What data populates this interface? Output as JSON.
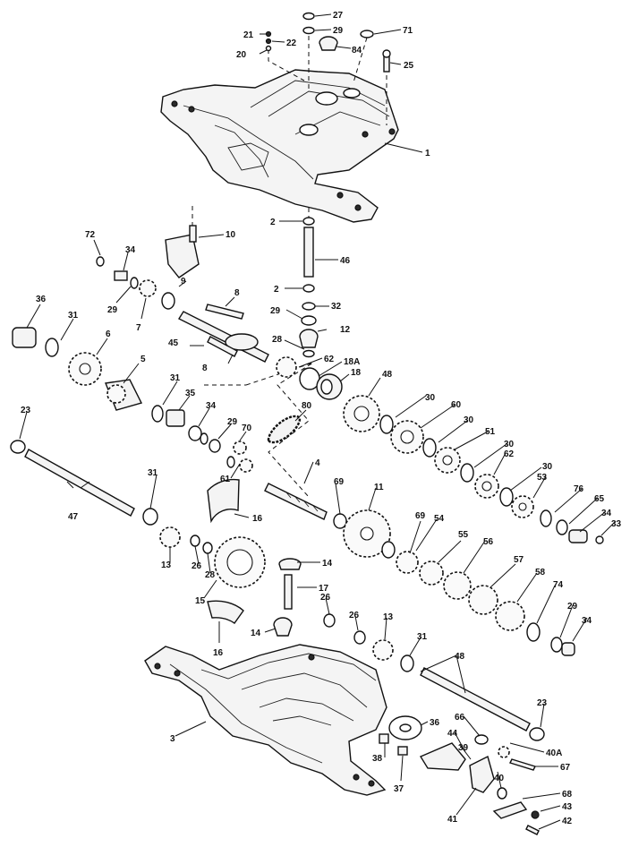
{
  "diagram": {
    "callouts": [
      "27",
      "21",
      "29",
      "22",
      "71",
      "20",
      "84",
      "25",
      "1",
      "2",
      "10",
      "46",
      "72",
      "34",
      "8",
      "9",
      "29",
      "7",
      "2",
      "32",
      "36",
      "31",
      "29",
      "6",
      "45",
      "28",
      "12",
      "8",
      "5",
      "62",
      "18A",
      "18",
      "31",
      "35",
      "48",
      "80",
      "34",
      "29",
      "70",
      "23",
      "61",
      "30",
      "60",
      "4",
      "30",
      "51",
      "69",
      "11",
      "31",
      "30",
      "62",
      "47",
      "53",
      "30",
      "76",
      "65",
      "16",
      "13",
      "26",
      "28",
      "69",
      "54",
      "34",
      "33",
      "55",
      "56",
      "14",
      "57",
      "58",
      "15",
      "17",
      "26",
      "74",
      "29",
      "26",
      "13",
      "34",
      "16",
      "14",
      "31",
      "48",
      "3",
      "36",
      "23",
      "66",
      "44",
      "38",
      "40A",
      "39",
      "67",
      "37",
      "40",
      "68",
      "41",
      "43",
      "42"
    ]
  }
}
